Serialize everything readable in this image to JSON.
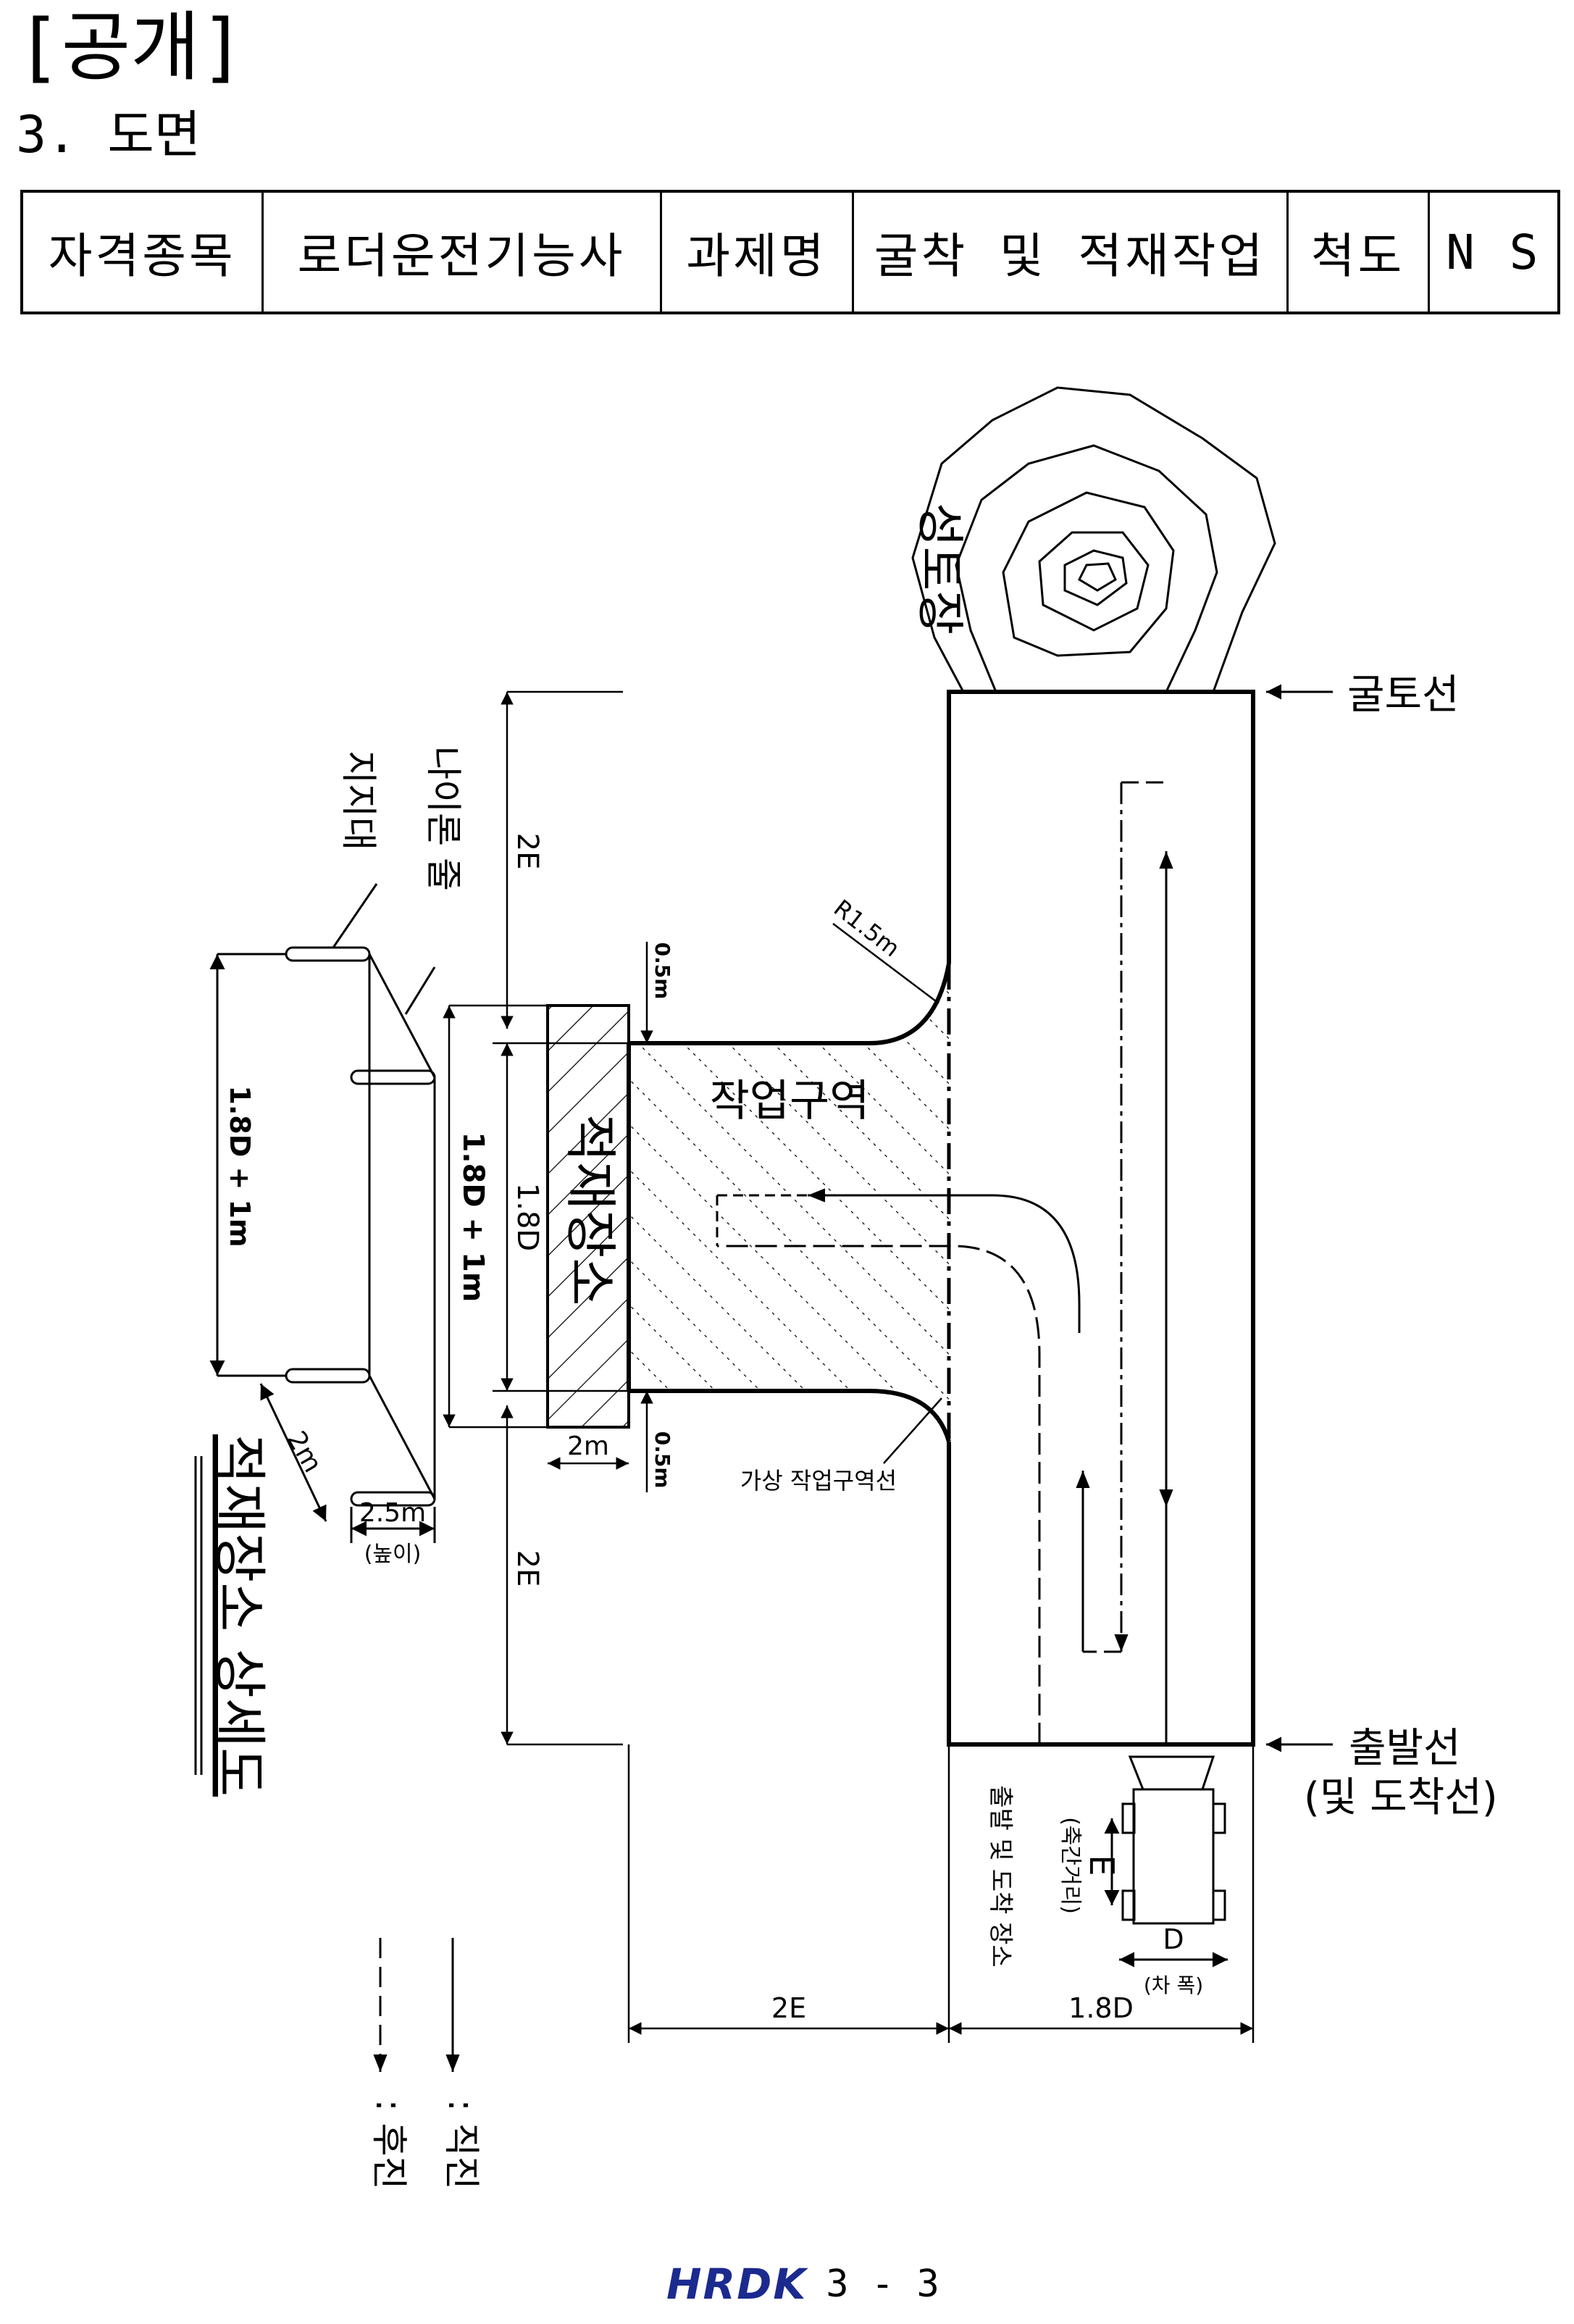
{
  "header": {
    "tag": "[공개]",
    "section": "3. 도면"
  },
  "info_table": {
    "cells": [
      "자격종목",
      "로더운전기능사",
      "과제명",
      "굴착 및 적재작업",
      "척도",
      "N S"
    ]
  },
  "drawing": {
    "soil_pile_label": "성토장",
    "dig_line_label": "굴토선",
    "start_line_label": "출발선",
    "start_line_sub": "(및 도착선)",
    "work_area_label": "작업구역",
    "virtual_line_label": "가상 작업구역선",
    "load_area_label": "적재장소",
    "start_area_label": "출발 및 도착 장소",
    "radius_label": "R1.5m",
    "dim_2e_top": "2E",
    "dim_2e_bottom": "2E",
    "dim_05m_top": "0.5m",
    "dim_05m_bottom": "0.5m",
    "dim_18d_left": "1.8D",
    "dim_18d_1m": "1.8D + 1m",
    "dim_2m": "2m",
    "dim_2e_horizontal": "2E",
    "dim_18d_horizontal": "1.8D",
    "axle_label": "E",
    "axle_sub": "(축간거리)",
    "width_label": "D",
    "width_sub": "(차  폭)"
  },
  "detail": {
    "title": "적재장소 상세도",
    "rope_label": "나이론 줄",
    "support_label": "지지대",
    "height_dim": "1.8D + 1m",
    "dim_2m": "2m",
    "dim_25m": "2.5m",
    "height_sub": "(높이)"
  },
  "legend": {
    "forward": ": 직진",
    "backward": ": 후진"
  },
  "footer": {
    "logo": "HRDK",
    "page": "3 - 3"
  },
  "colors": {
    "ink": "#000000",
    "logo": "#1b2a8f"
  }
}
